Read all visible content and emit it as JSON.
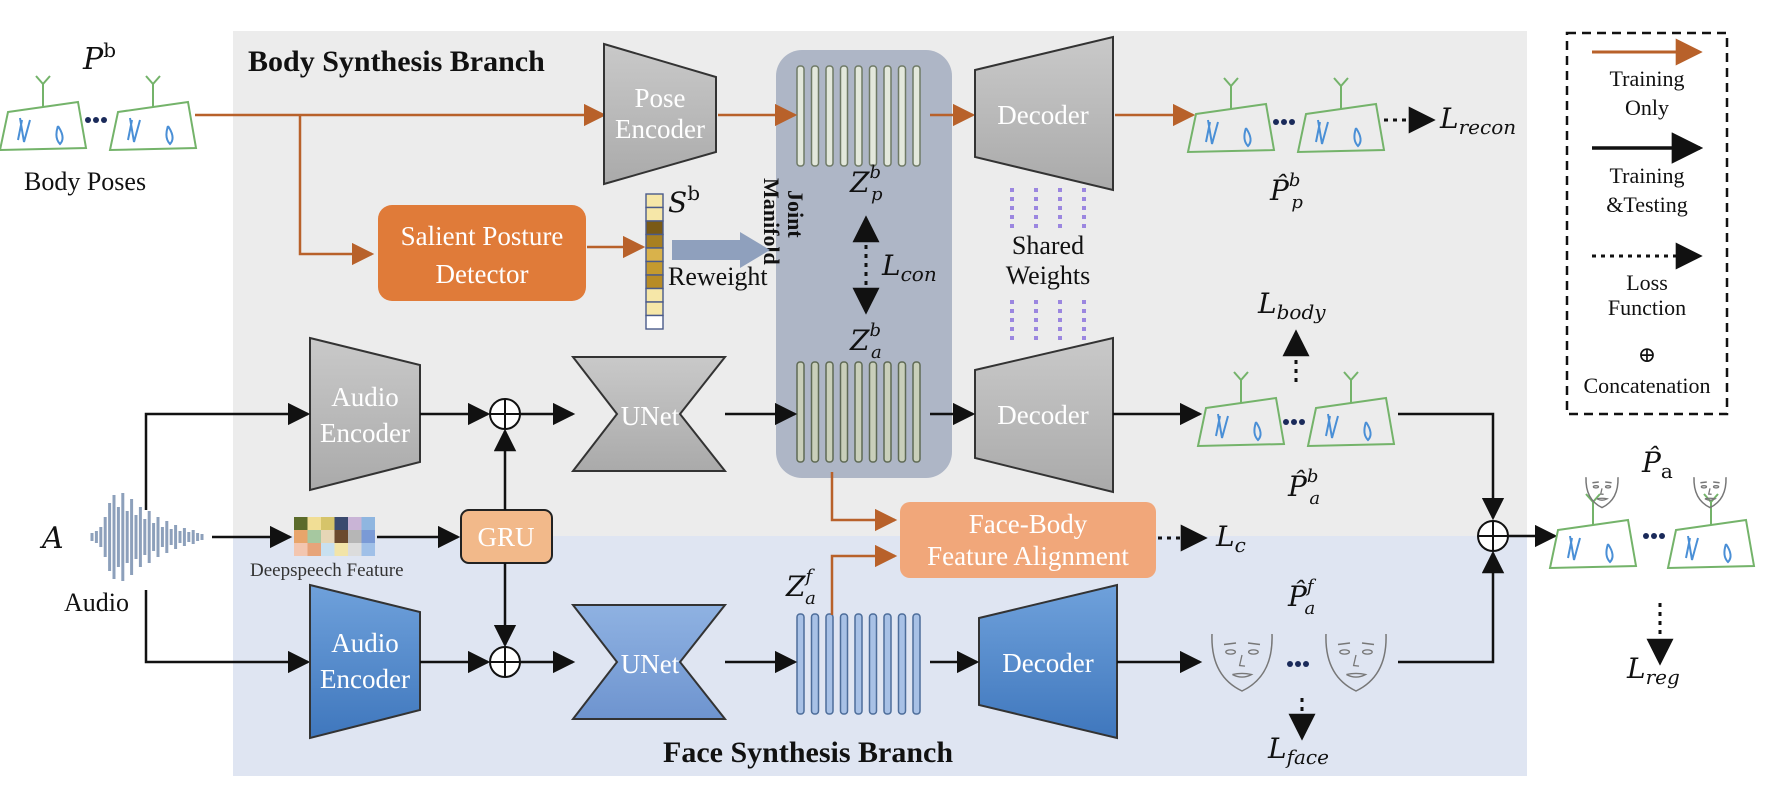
{
  "branches": {
    "body_title": "Body Synthesis Branch",
    "face_title": "Face Synthesis Branch"
  },
  "inputs": {
    "pose_symbol": "P",
    "pose_symbol_sup": "b",
    "body_poses_label": "Body Poses",
    "audio_symbol": "A",
    "audio_label": "Audio",
    "deepspeech_label": "Deepspeech Feature"
  },
  "modules": {
    "pose_encoder_line1": "Pose",
    "pose_encoder_line2": "Encoder",
    "salient_line1": "Salient Posture",
    "salient_line2": "Detector",
    "audio_encoder_line1": "Audio",
    "audio_encoder_line2": "Encoder",
    "face_audio_encoder_line1": "Audio",
    "face_audio_encoder_line2": "Encoder",
    "unet_body": "UNet",
    "unet_face": "UNet",
    "decoder_top": "Decoder",
    "decoder_mid": "Decoder",
    "decoder_face": "Decoder",
    "gru": "GRU",
    "alignment_line1": "Face-Body",
    "alignment_line2": "Feature Alignment",
    "joint_manifold_line1": "Joint",
    "joint_manifold_line2": "Manifold",
    "reweight": "Reweight",
    "shared_line1": "Shared",
    "shared_line2": "Weights"
  },
  "symbols": {
    "s_b": "S",
    "s_b_sup": "b",
    "z_p": "Z",
    "z_p_sup": "b",
    "z_p_sub": "p",
    "z_a": "Z",
    "z_a_sup": "b",
    "z_a_sub": "a",
    "z_f": "Z",
    "z_f_sup": "f",
    "z_f_sub": "a",
    "p_hat_pb": "P̂",
    "p_hat_pb_sup": "b",
    "p_hat_pb_sub": "p",
    "p_hat_ab": "P̂",
    "p_hat_ab_sup": "b",
    "p_hat_ab_sub": "a",
    "p_hat_af": "P̂",
    "p_hat_af_sup": "f",
    "p_hat_af_sub": "a",
    "p_hat_a": "P̂",
    "p_hat_a_sub": "a"
  },
  "losses": {
    "recon_L": "L",
    "recon_sub": "recon",
    "con_L": "L",
    "con_sub": "con",
    "body_L": "L",
    "body_sub": "body",
    "c_L": "L",
    "c_sub": "c",
    "face_L": "L",
    "face_sub": "face",
    "reg_L": "L",
    "reg_sub": "reg"
  },
  "legend": {
    "training_only_line1": "Training",
    "training_only_line2": "Only",
    "training_testing_line1": "Training",
    "training_testing_line2": "&Testing",
    "loss_line1": "Loss",
    "loss_line2": "Function",
    "concat_symbol": "⊕",
    "concat_label": "Concatenation"
  },
  "colors": {
    "training_only_arrow": "#b8612a",
    "body_panel": "#ececec",
    "face_panel": "#dfe5f2",
    "manifold": "#aeb6c6",
    "gray_block": "#bdbdbd",
    "blue_block": "#5b8fcf",
    "salient": "#e07b39",
    "alignment": "#f1a77a",
    "gru": "#f2b98a",
    "shared_dots": "#9b86e0"
  }
}
